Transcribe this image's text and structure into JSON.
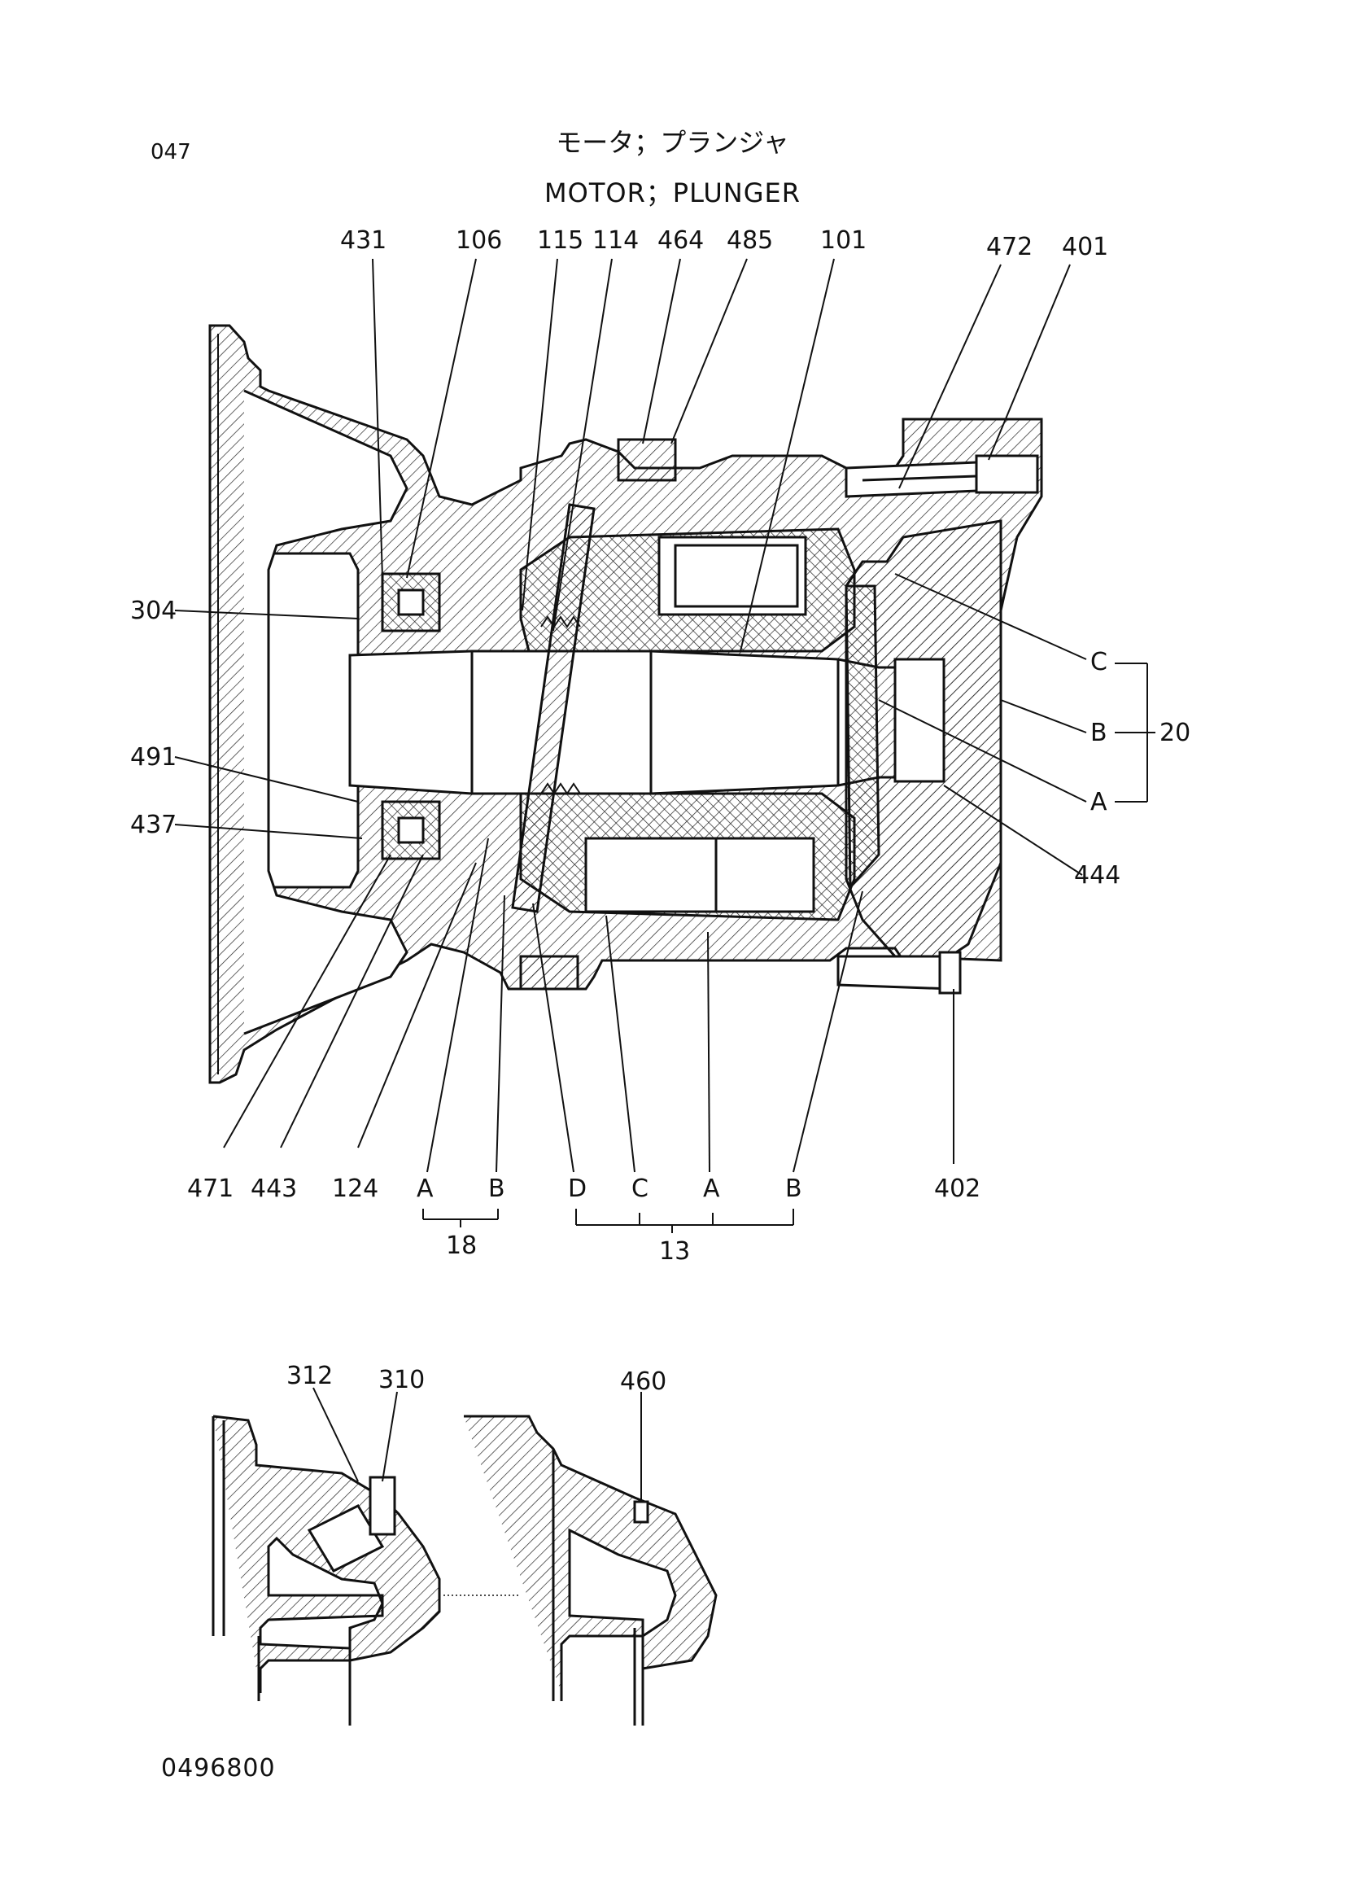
{
  "page": {
    "number": "047",
    "title_jp": "モータ；プランジャ",
    "title_en": "MOTOR；PLUNGER",
    "drawing_code": "0496800"
  },
  "main_view": {
    "callouts_top": [
      "431",
      "106",
      "115",
      "114",
      "464",
      "485",
      "101",
      "472",
      "401"
    ],
    "callouts_left": [
      "304",
      "491",
      "437"
    ],
    "callouts_right": [
      "C",
      "B",
      "A",
      "444",
      "20"
    ],
    "callouts_bottom": [
      "471",
      "443",
      "124",
      "A",
      "B",
      "D",
      "C",
      "A",
      "B",
      "402"
    ],
    "group_labels": [
      "18",
      "13"
    ]
  },
  "detail_views": {
    "left_callouts": [
      "312",
      "310"
    ],
    "right_callouts": [
      "460"
    ]
  }
}
